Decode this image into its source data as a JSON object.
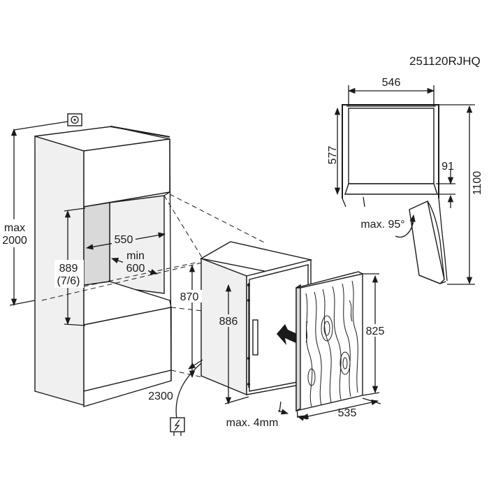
{
  "drawing_code": "251120RJHQ",
  "dimensions": {
    "max_height_line1": "max",
    "max_height_line2": "2000",
    "niche_height_line1": "889",
    "niche_height_line2": "(7/6)",
    "niche_width": "550",
    "niche_depth_line1": "min",
    "niche_depth_line2": "600",
    "appliance_height": "870",
    "appliance_body_height": "886",
    "door_panel_height": "825",
    "door_panel_width": "535",
    "door_gap": "max. 4mm",
    "cable_length": "2300",
    "top_width": "546",
    "top_depth": "577",
    "door_offset": "91",
    "total_height": "1100",
    "door_angle": "max. 95°"
  },
  "icons": {
    "socket": "socket-icon",
    "plug": "plug-icon",
    "arrow": "insert-arrow-icon"
  }
}
